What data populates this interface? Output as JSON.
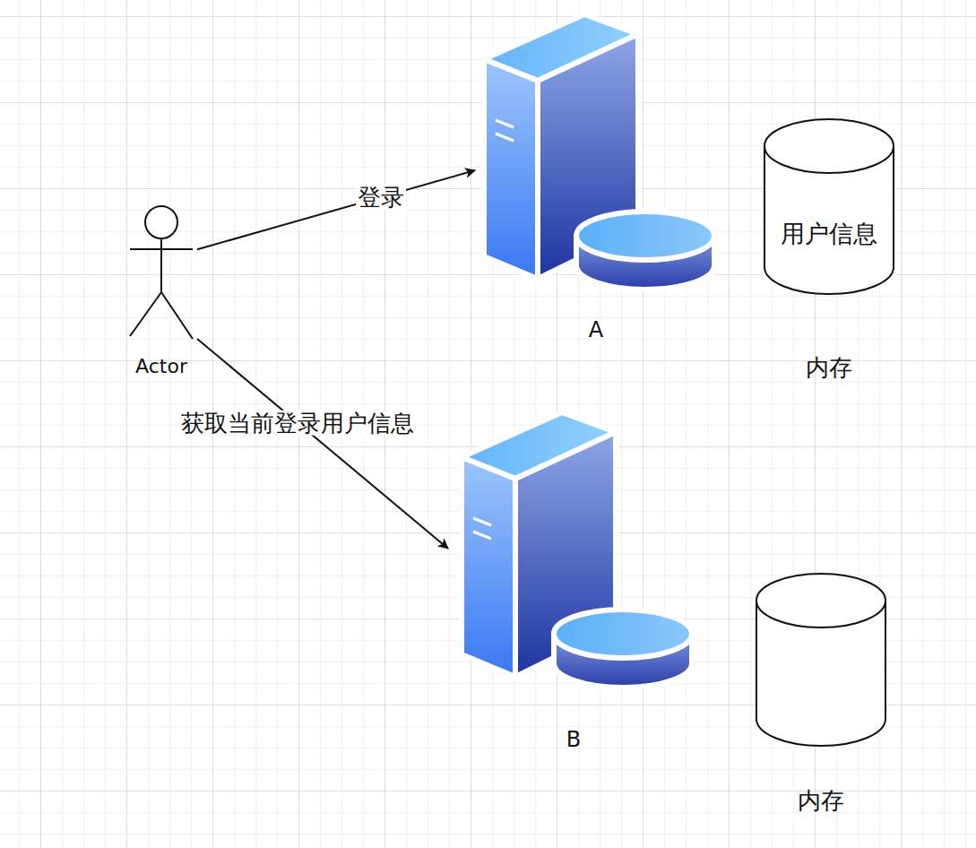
{
  "diagram": {
    "nodes": [
      {
        "text": [
          "Actor"
        ]
      },
      {
        "text": [
          "A"
        ]
      },
      {
        "text": [
          "用户信息",
          "内存"
        ]
      },
      {
        "text": [
          "B"
        ]
      },
      {
        "text": [
          "内存"
        ]
      }
    ],
    "edges": [
      {
        "from": 0,
        "to": 1,
        "label": "登录",
        "arrow": "to"
      },
      {
        "from": 0,
        "to": 3,
        "label": "获取当前登录用户信息",
        "arrow": "to"
      }
    ]
  }
}
